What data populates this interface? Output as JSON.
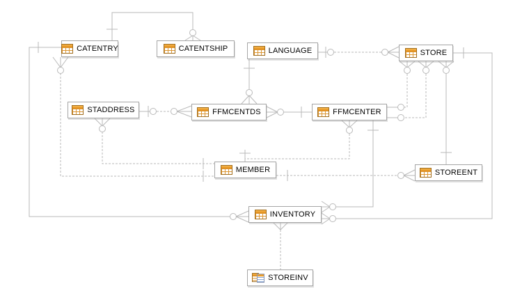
{
  "diagram_type": "entity-relationship-diagram",
  "entities": [
    {
      "name": "CATENTRY",
      "icon": "table-icon"
    },
    {
      "name": "CATENTSHIP",
      "icon": "table-icon"
    },
    {
      "name": "LANGUAGE",
      "icon": "table-icon"
    },
    {
      "name": "STORE",
      "icon": "table-icon"
    },
    {
      "name": "STADDRESS",
      "icon": "table-icon"
    },
    {
      "name": "FFMCENTDS",
      "icon": "table-icon"
    },
    {
      "name": "FFMCENTER",
      "icon": "table-icon"
    },
    {
      "name": "MEMBER",
      "icon": "table-icon"
    },
    {
      "name": "STOREENT",
      "icon": "table-icon"
    },
    {
      "name": "INVENTORY",
      "icon": "table-icon"
    },
    {
      "name": "STOREINV",
      "icon": "view-icon"
    }
  ],
  "relationships": [
    {
      "a": "CATENTRY",
      "a_end": "one",
      "b": "CATENTSHIP",
      "b_end": "zero-or-many",
      "line": "solid"
    },
    {
      "a": "MEMBER",
      "a_end": "one",
      "b": "CATENTRY",
      "b_end": "zero-or-many",
      "line": "dashed"
    },
    {
      "a": "MEMBER",
      "a_end": "one",
      "b": "STADDRESS",
      "b_end": "zero-or-many",
      "line": "dashed"
    },
    {
      "a": "CATENTRY",
      "a_end": "one",
      "b": "INVENTORY",
      "b_end": "zero-or-many",
      "line": "solid"
    },
    {
      "a": "LANGUAGE",
      "a_end": "one",
      "b": "FFMCENTDS",
      "b_end": "zero-or-many",
      "line": "solid"
    },
    {
      "a": "LANGUAGE",
      "a_end": "zero-or-one",
      "b": "STORE",
      "b_end": "zero-or-many",
      "line": "dashed"
    },
    {
      "a": "STADDRESS",
      "a_end": "zero-or-one",
      "b": "FFMCENTDS",
      "b_end": "zero-or-many",
      "line": "dashed"
    },
    {
      "a": "FFMCENTER",
      "a_end": "one",
      "b": "FFMCENTDS",
      "b_end": "zero-or-many",
      "line": "solid"
    },
    {
      "a": "FFMCENTER",
      "a_end": "zero-or-one",
      "b": "STORE",
      "b_end": "zero-or-many",
      "line": "dashed"
    },
    {
      "a": "FFMCENTER",
      "a_end": "zero-or-one",
      "b": "STORE",
      "b_end": "zero-or-many",
      "line": "dashed"
    },
    {
      "a": "STOREENT",
      "a_end": "one",
      "b": "STORE",
      "b_end": "zero-or-many",
      "line": "solid"
    },
    {
      "a": "STORE",
      "a_end": "one",
      "b": "INVENTORY",
      "b_end": "zero-or-many",
      "line": "solid"
    },
    {
      "a": "FFMCENTER",
      "a_end": "one",
      "b": "INVENTORY",
      "b_end": "zero-or-many",
      "line": "solid"
    },
    {
      "a": "MEMBER",
      "a_end": "one",
      "b": "FFMCENTER",
      "b_end": "zero-or-many",
      "line": "dashed"
    },
    {
      "a": "MEMBER",
      "a_end": "one",
      "b": "STOREENT",
      "b_end": "zero-or-many",
      "line": "dashed"
    },
    {
      "a": "STOREINV",
      "a_end": "plain",
      "b": "INVENTORY",
      "b_end": "many",
      "line": "dashed"
    }
  ],
  "colors": {
    "line": "#b9b9b9",
    "box_border": "#a5a5a5",
    "icon_orange": "#e08a17",
    "background": "#ffffff"
  }
}
